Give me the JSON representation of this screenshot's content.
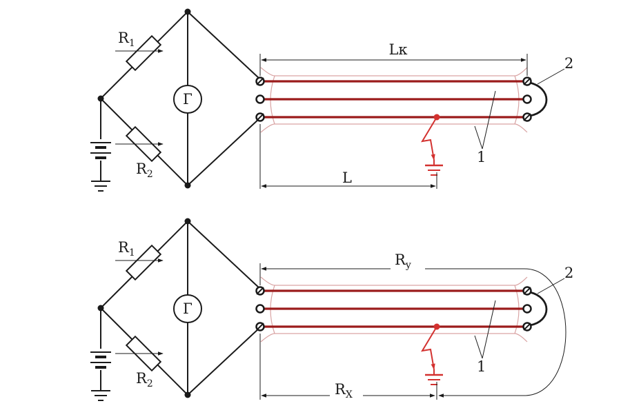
{
  "top_panel": {
    "r1_main": "R",
    "r1_sub": "1",
    "r2_main": "R",
    "r2_sub": "2",
    "galvanometer": "Г",
    "cable_length_label": "Lк",
    "fault_distance_label": "L",
    "shorting_link_label": "2",
    "conductors_label": "1"
  },
  "bottom_panel": {
    "r1_main": "R",
    "r1_sub": "1",
    "r2_main": "R",
    "r2_sub": "2",
    "galvanometer": "Г",
    "ry_main": "R",
    "ry_sub": "y",
    "rx_main": "R",
    "rx_sub": "X",
    "shorting_link_label": "2",
    "conductors_label": "1"
  },
  "colors": {
    "conductor": "#9b1b1b",
    "sheath": "#d9a3a3",
    "fault": "#d3312f",
    "wire": "#1a1a1a"
  }
}
